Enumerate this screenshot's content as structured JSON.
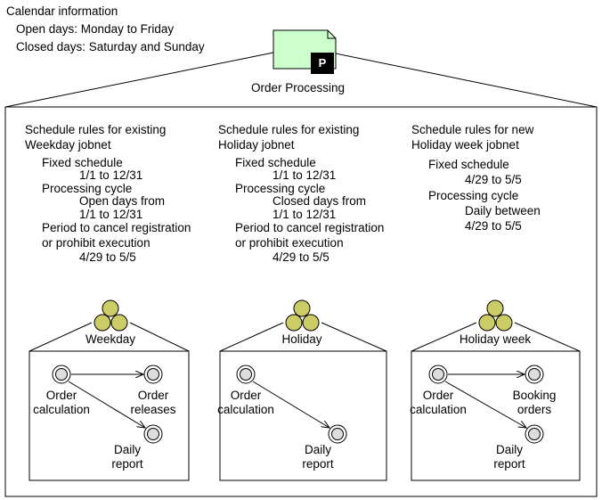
{
  "calendar": {
    "heading": "Calendar information",
    "open_days": "Open days: Monday to Friday",
    "closed_days": "Closed days: Saturday and Sunday"
  },
  "root_jobnet": {
    "icon_letter": "P",
    "label": "Order Processing"
  },
  "columns": [
    {
      "rule_title_1": "Schedule rules for existing",
      "rule_title_2": "Weekday jobnet",
      "fixed_schedule": "Fixed schedule",
      "fixed_range": "1/1 to 12/31",
      "processing_cycle": "Processing cycle",
      "cycle_1": "Open days from",
      "cycle_2": "1/1 to 12/31",
      "period_1": "Period to cancel registration",
      "period_2": "or prohibit execution",
      "period_range": "4/29 to 5/5",
      "jobnet_name": "Weekday",
      "jobs": [
        {
          "line1": "Order",
          "line2": "calculation"
        },
        {
          "line1": "Order",
          "line2": "releases"
        },
        {
          "line1": "Daily",
          "line2": "report"
        }
      ]
    },
    {
      "rule_title_1": "Schedule rules for existing",
      "rule_title_2": "Holiday jobnet",
      "fixed_schedule": "Fixed schedule",
      "fixed_range": "1/1 to 12/31",
      "processing_cycle": "Processing cycle",
      "cycle_1": "Closed days from",
      "cycle_2": "1/1 to 12/31",
      "period_1": "Period to cancel registration",
      "period_2": "or prohibit execution",
      "period_range": "4/29 to 5/5",
      "jobnet_name": "Holiday",
      "jobs": [
        {
          "line1": "Order",
          "line2": "calculation"
        },
        {
          "line1": "Daily",
          "line2": "report"
        }
      ]
    },
    {
      "rule_title_1": "Schedule rules for new",
      "rule_title_2": "Holiday week jobnet",
      "fixed_schedule": "Fixed schedule",
      "fixed_range": "4/29 to 5/5",
      "processing_cycle": "Processing cycle",
      "cycle_1": "Daily between",
      "cycle_2": "4/29 to 5/5",
      "jobnet_name": "Holiday week",
      "jobs": [
        {
          "line1": "Order",
          "line2": "calculation"
        },
        {
          "line1": "Booking",
          "line2": "orders"
        },
        {
          "line1": "Daily",
          "line2": "report"
        }
      ]
    }
  ],
  "colors": {
    "root_icon_fill": "#ccffcc",
    "jobnet_icon_fill": "#cccc66",
    "job_fill": "#dddddd"
  }
}
